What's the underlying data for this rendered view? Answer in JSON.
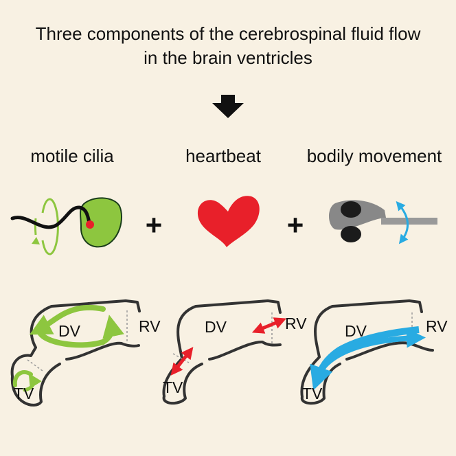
{
  "title": {
    "line1": "Three components of the cerebrospinal fluid flow",
    "line2": "in the brain ventricles"
  },
  "components": [
    {
      "label": "motile cilia"
    },
    {
      "label": "heartbeat"
    },
    {
      "label": "bodily movement"
    }
  ],
  "operator": "+",
  "ventricles": {
    "dv": "DV",
    "rv": "RV",
    "tv": "TV"
  },
  "colors": {
    "background": "#f8f1e3",
    "cilia_green": "#8dc63f",
    "heart_red": "#e8202a",
    "movement_blue": "#29abe2",
    "outline": "#333333"
  }
}
